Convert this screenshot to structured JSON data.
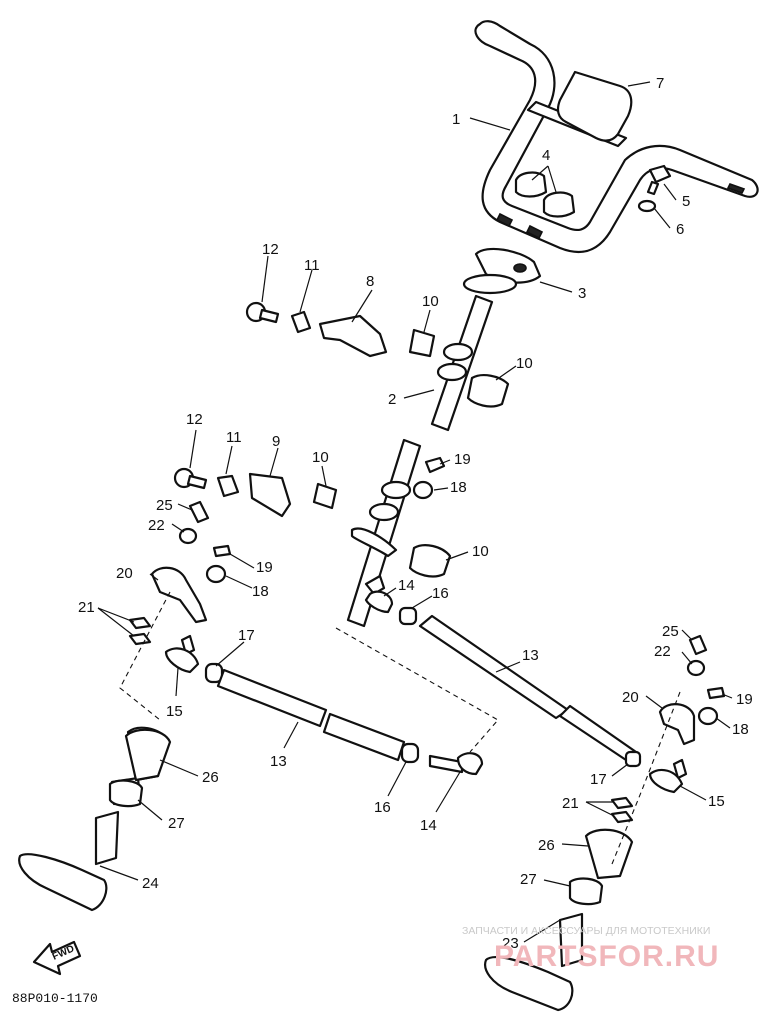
{
  "diagram": {
    "code": "88P010-1170",
    "fwd_label": "FWD",
    "callouts": [
      "1",
      "2",
      "3",
      "4",
      "5",
      "6",
      "7",
      "8",
      "9",
      "10",
      "10",
      "10",
      "10",
      "11",
      "11",
      "12",
      "12",
      "13",
      "13",
      "14",
      "14",
      "15",
      "15",
      "16",
      "16",
      "17",
      "17",
      "18",
      "18",
      "18",
      "19",
      "19",
      "19",
      "20",
      "20",
      "21",
      "21",
      "22",
      "22",
      "23",
      "24",
      "25",
      "25",
      "26",
      "26",
      "27",
      "27"
    ]
  },
  "watermark": {
    "line1": "ЗАПЧАСТИ И АКСЕССУАРЫ ДЛЯ МОТОТЕХНИКИ",
    "line2": "PARTSFOR.RU"
  }
}
